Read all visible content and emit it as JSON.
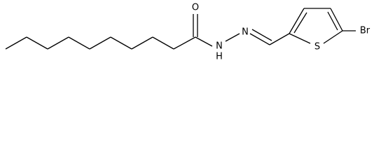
{
  "molecule": {
    "atoms": {
      "oxygen": "O",
      "nh": "N",
      "h": "H",
      "n_imine": "N",
      "sulfur": "S",
      "bromine": "Br"
    },
    "colors": {
      "bond": "#000000",
      "label": "#000000",
      "background": "#ffffff"
    }
  }
}
